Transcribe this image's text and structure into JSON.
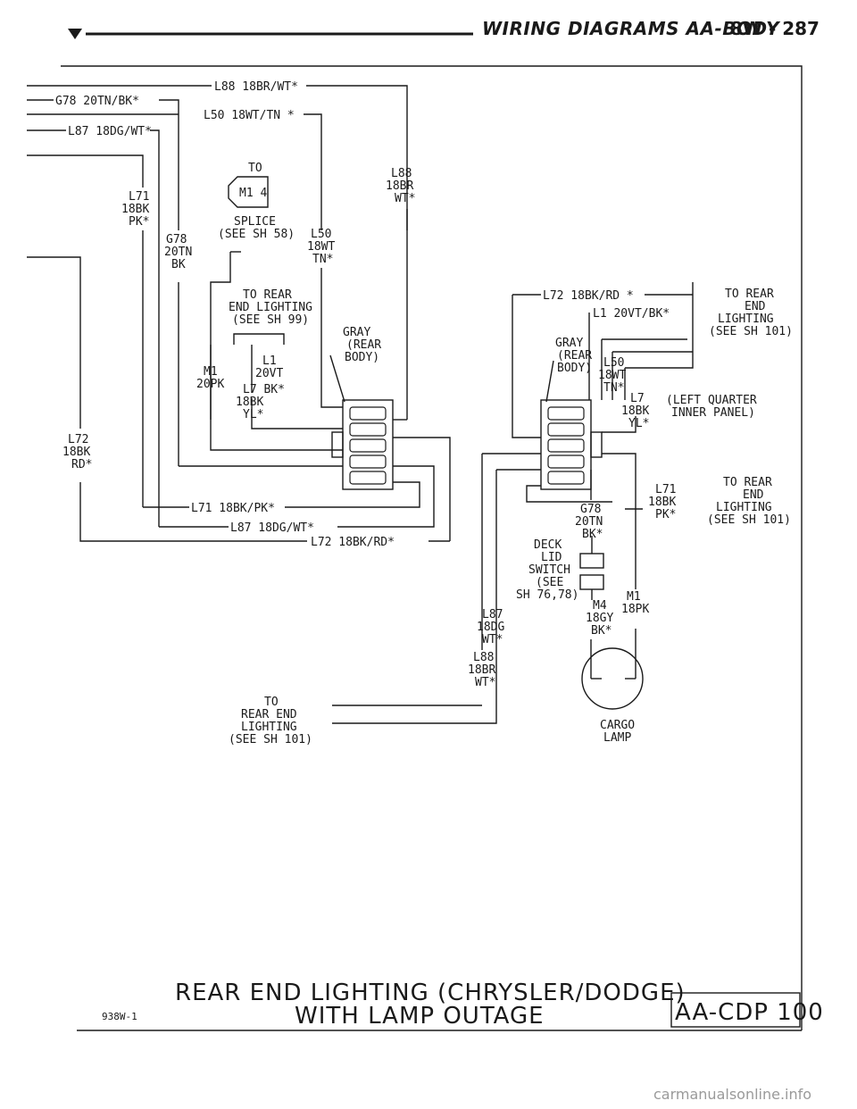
{
  "header": {
    "title": "WIRING DIAGRAMS AA-BODY",
    "page": "8W - 287"
  },
  "wires": {
    "l88_top": "L88 18BR/WT*",
    "g78_top": "G78 20TN/BK*",
    "l50_top": "L50 18WT/TN *",
    "l87_top": "L87 18DG/WT*",
    "l71_bot": "L71 18BK/PK*",
    "l87_bot": "L87 18DG/WT*",
    "l72_bot": "L72 18BK/RD*",
    "l72_right": "L72 18BK/RD *",
    "l1_right": "L1 20VT/BK*"
  },
  "stacks": {
    "l71_left": [
      "L71",
      "18BK",
      "PK*"
    ],
    "g78_left": [
      "G78",
      "20TN",
      "BK"
    ],
    "l88_right": [
      "L88",
      "18BR",
      "WT*"
    ],
    "l50_mid": [
      "L50",
      "18WT",
      "TN*"
    ],
    "l72_left": [
      "L72",
      "18BK",
      "RD*"
    ],
    "m1_left": [
      "M1",
      "20PK"
    ],
    "l1_mid": [
      "L1",
      "20VT"
    ],
    "l7_mid": [
      "L7 BK*",
      "18BK",
      "YL*"
    ],
    "l50_right": [
      "L50",
      "18WT",
      "TN*"
    ],
    "l7_right": [
      "L7",
      "18BK",
      "YL*"
    ],
    "l71_right": [
      "L71",
      "18BK",
      "PK*"
    ],
    "g78_right": [
      "G78",
      "20TN",
      "BK*"
    ],
    "l87_right": [
      "L87",
      "18DG",
      "WT*"
    ],
    "l88_low": [
      "L88",
      "18BR",
      "WT*"
    ],
    "m4": [
      "M4",
      "18GY",
      "BK*"
    ],
    "m1_right": [
      "M1",
      "18PK"
    ]
  },
  "notes": {
    "splice": [
      "TO",
      "SPLICE",
      "(SEE SH 58)"
    ],
    "splice_id": "M1 4",
    "rear_end_99": [
      "TO REAR",
      "END LIGHTING",
      "(SEE SH 99)"
    ],
    "gray_left": [
      "GRAY",
      "(REAR",
      "BODY)"
    ],
    "gray_right": [
      "GRAY",
      "(REAR",
      "BODY)"
    ],
    "rear_end_101_top": [
      "TO REAR",
      "END",
      "LIGHTING",
      "(SEE SH 101)"
    ],
    "left_quarter": [
      "(LEFT QUARTER",
      "INNER PANEL)"
    ],
    "rear_end_101_mid": [
      "TO REAR",
      "END",
      "LIGHTING",
      "(SEE SH 101)"
    ],
    "deck_lid": [
      "DECK",
      "LID",
      "SWITCH",
      "(SEE",
      "SH 76,78)"
    ],
    "rear_end_101_low": [
      "TO",
      "REAR END",
      "LIGHTING",
      "(SEE SH 101)"
    ],
    "cargo_lamp": [
      "CARGO",
      "LAMP"
    ]
  },
  "footer": {
    "title_line1": "REAR END LIGHTING (CHRYSLER/DODGE)",
    "title_line2": "WITH LAMP OUTAGE",
    "code": "AA-CDP 100",
    "fig_id": "938W-1"
  },
  "watermark": "carmanualsonline.info"
}
